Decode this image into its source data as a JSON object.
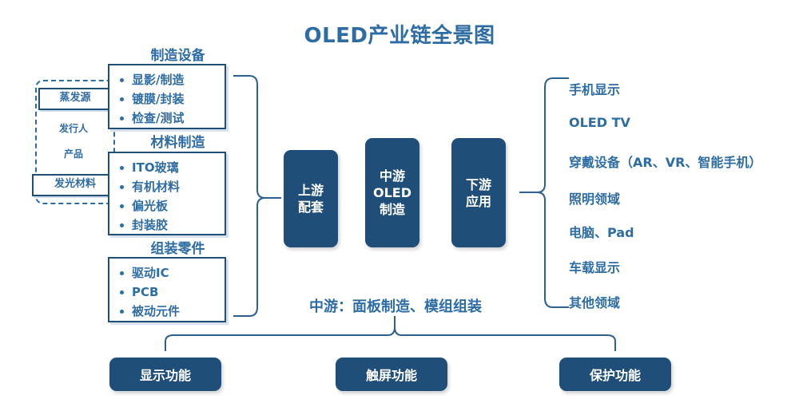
{
  "title": "OLED产业链全景图",
  "issuer_block": {
    "top_box": "蒸发源",
    "line1": "发行人",
    "line2": "产品",
    "bottom_box": "发光材料"
  },
  "upstream_groups": [
    {
      "name": "制造设备",
      "items": [
        "显影/制造",
        "镀膜/封装",
        "检查/测试"
      ]
    },
    {
      "name": "材料制造",
      "items": [
        "ITO玻璃",
        "有机材料",
        "偏光板",
        "封装胶"
      ]
    },
    {
      "name": "组装零件",
      "items": [
        "驱动IC",
        "PCB",
        "被动元件"
      ]
    }
  ],
  "pillars": [
    {
      "line1": "上游",
      "line2": "配套",
      "line3": ""
    },
    {
      "line1": "中游",
      "line2": "OLED",
      "line3": "制造"
    },
    {
      "line1": "下游",
      "line2": "应用",
      "line3": ""
    }
  ],
  "applications": [
    "手机显示",
    "OLED TV",
    "穿戴设备（AR、VR、智能手机）",
    "照明领域",
    "电脑、Pad",
    "车载显示",
    "其他领域"
  ],
  "mid_caption": "中游：面板制造、模组组装",
  "functions": [
    "显示功能",
    "触屏功能",
    "保护功能"
  ],
  "colors": {
    "dark_blue": "#1F4E79",
    "text_blue": "#2E6CA4",
    "line_blue": "#2E5F8F",
    "background": "#FFFFFF"
  }
}
